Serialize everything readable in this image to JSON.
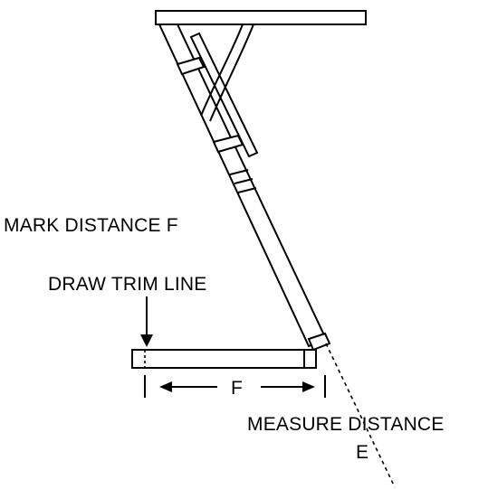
{
  "labels": {
    "mark_distance": "MARK DISTANCE F",
    "draw_trim_line": "DRAW TRIM LINE",
    "distance_f": "F",
    "measure_distance": "MEASURE DISTANCE",
    "distance_e": "E"
  },
  "colors": {
    "ink": "#000000",
    "background": "#ffffff"
  }
}
